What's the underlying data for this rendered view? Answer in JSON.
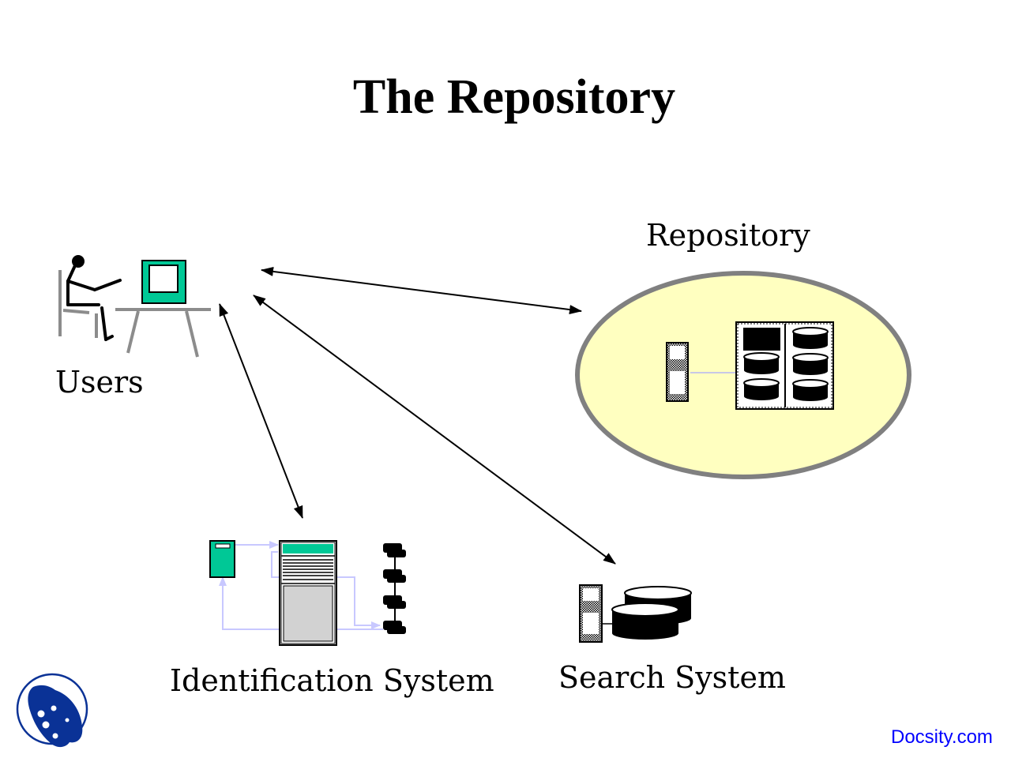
{
  "slide": {
    "title": "The Repository",
    "nodes": {
      "users": {
        "label": "Users",
        "icon": "user-at-computer-icon"
      },
      "repository": {
        "label": "Repository",
        "icon": "server-with-disk-array-icon",
        "background_color": "#ffffc0"
      },
      "identification_system": {
        "label": "Identification System",
        "icon": "identification-workflow-icon"
      },
      "search_system": {
        "label": "Search System",
        "icon": "server-with-databases-icon"
      }
    },
    "connections": [
      {
        "from": "Users",
        "to": "Repository",
        "direction": "bidirectional"
      },
      {
        "from": "Users",
        "to": "Identification System",
        "direction": "bidirectional"
      },
      {
        "from": "Users",
        "to": "Search System",
        "direction": "bidirectional"
      }
    ],
    "colors": {
      "monitor_green": "#00c896",
      "repository_fill": "#ffffc0",
      "repository_stroke": "#808080",
      "flow_arrow": "#c8c8ff",
      "logo_blue": "#0a3296",
      "watermark": "#0000ff"
    }
  },
  "footer": {
    "watermark": "Docsity.com",
    "logo": "docsity-logo-icon"
  }
}
